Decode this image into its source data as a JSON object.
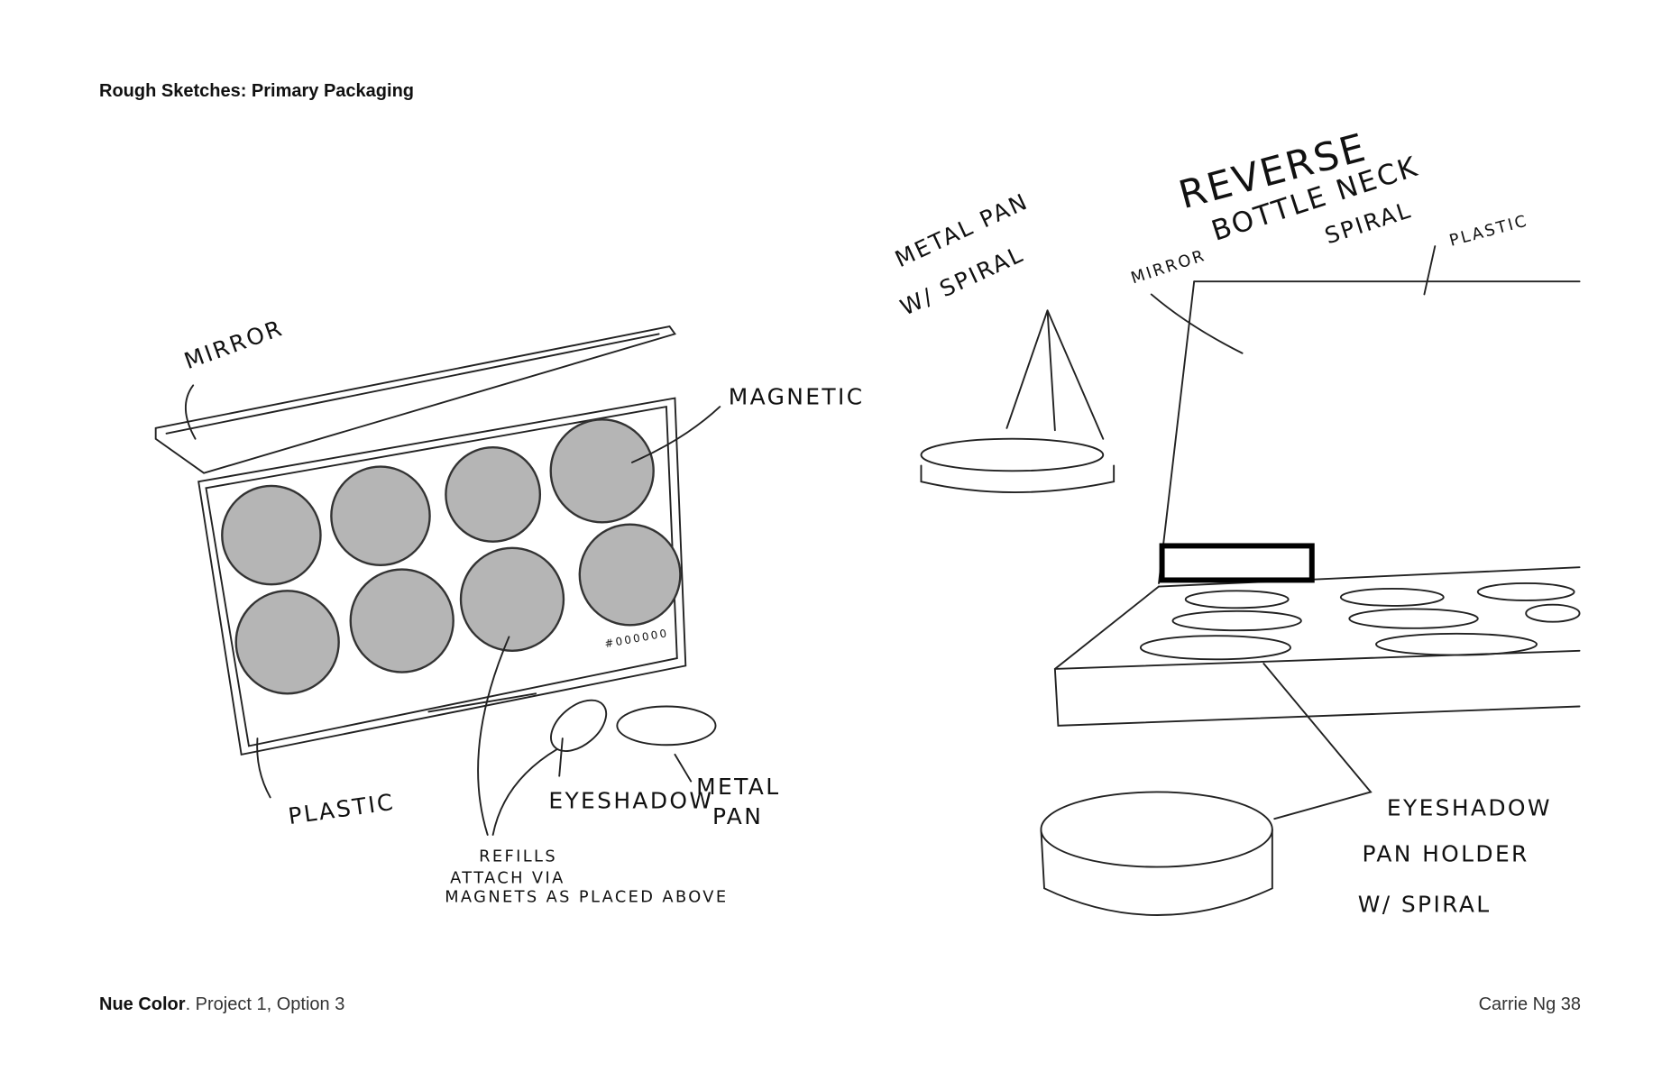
{
  "page": {
    "title": "Rough Sketches: Primary Packaging",
    "footer": {
      "brand": "Nue Color",
      "project": ". Project 1, Option 3",
      "author_page": "Carrie Ng 38"
    }
  },
  "sketch_left": {
    "labels": {
      "mirror": "MIRROR",
      "magnetic": "MAGNETIC",
      "plastic": "PLASTIC",
      "eyeshadow": "EYESHADOW",
      "metal": "METAL",
      "pan": "PAN",
      "refills_1": "REFILLS",
      "refills_2": "ATTACH VIA",
      "refills_3": "MAGNETS AS PLACED ABOVE",
      "color_code": "#000000"
    }
  },
  "sketch_right": {
    "labels": {
      "metal_pan_1": "METAL PAN",
      "metal_pan_2": "W/ SPIRAL",
      "reverse": "REVERSE",
      "bottle_neck": "BOTTLE NECK",
      "mirror": "MIRROR",
      "spiral": "SPIRAL",
      "plastic": "PLASTIC",
      "holder_1": "EYESHADOW",
      "holder_2": "PAN HOLDER",
      "holder_3": "W/ SPIRAL"
    }
  }
}
